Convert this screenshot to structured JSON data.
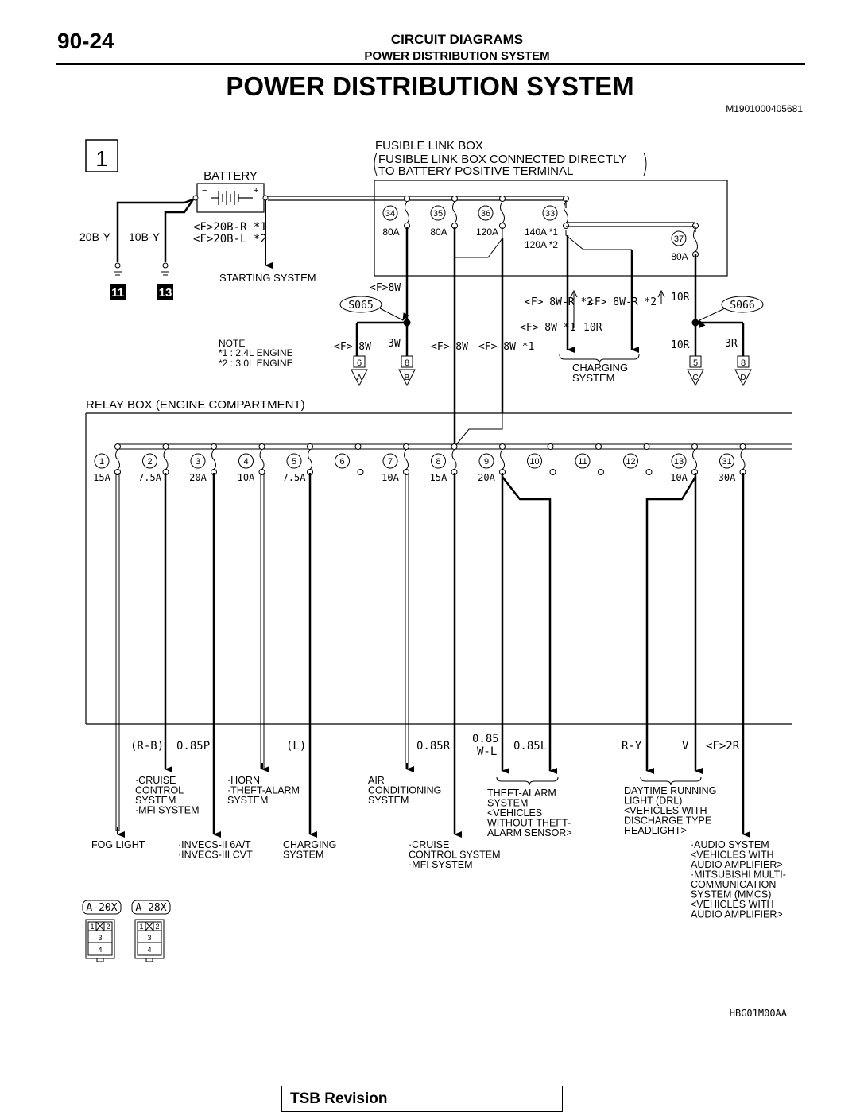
{
  "header": {
    "page_number": "90-24",
    "section": "CIRCUIT DIAGRAMS",
    "subsection": "POWER DISTRIBUTION SYSTEM",
    "title": "POWER DISTRIBUTION SYSTEM",
    "doc_id": "M1901000405681"
  },
  "figure": {
    "sheet_number": "1",
    "figure_id": "HBG01M00AA",
    "battery_label": "BATTERY",
    "fusible_link_box": [
      "FUSIBLE LINK BOX",
      "FUSIBLE LINK BOX CONNECTED DIRECTLY",
      "TO BATTERY POSITIVE TERMINAL"
    ],
    "relay_box_label": "RELAY BOX (ENGINE COMPARTMENT)",
    "note": [
      "NOTE",
      "*1 : 2.4L ENGINE",
      "*2 : 3.0L ENGINE"
    ],
    "battery_wires": {
      "ground1": "20B-Y",
      "ground2": "10B-Y",
      "pos1": "<F>20B-R *1",
      "pos2": "<F>20B-L *2",
      "pos_dest": "STARTING SYSTEM"
    },
    "ground_refs": [
      "11",
      "13"
    ],
    "fusible_links": [
      {
        "no": "34",
        "rating": "80A"
      },
      {
        "no": "35",
        "rating": "80A"
      },
      {
        "no": "36",
        "rating": "120A"
      },
      {
        "no": "33",
        "rating": "140A *1 / 120A *2"
      },
      {
        "no": "37",
        "rating": "80A"
      }
    ],
    "splices": [
      "S065",
      "S066"
    ],
    "connectors": [
      {
        "pin": "6",
        "ref": "A",
        "wire": "<F> 8W"
      },
      {
        "pin": "8",
        "ref": "B",
        "wire": "3W"
      },
      {
        "pin": "5",
        "ref": "C",
        "wire": "10R"
      },
      {
        "pin": "8",
        "ref": "D",
        "wire": "3R"
      }
    ],
    "fl_wires": [
      "<F>8W",
      "<F> 8W",
      "<F> 8W",
      "<F> 8W *1",
      "<F> 8W-R *2",
      "<F> 8W *1",
      "<F> 8W-R *2",
      "10R",
      "10R"
    ],
    "charging_label": [
      "CHARGING",
      "SYSTEM"
    ],
    "fuses": [
      {
        "no": "1",
        "rating": "15A"
      },
      {
        "no": "2",
        "rating": "7.5A"
      },
      {
        "no": "3",
        "rating": "20A"
      },
      {
        "no": "4",
        "rating": "10A"
      },
      {
        "no": "5",
        "rating": "7.5A"
      },
      {
        "no": "6",
        "rating": ""
      },
      {
        "no": "7",
        "rating": "10A"
      },
      {
        "no": "8",
        "rating": "15A"
      },
      {
        "no": "9",
        "rating": "20A"
      },
      {
        "no": "10",
        "rating": ""
      },
      {
        "no": "11",
        "rating": ""
      },
      {
        "no": "12",
        "rating": ""
      },
      {
        "no": "13",
        "rating": "10A"
      },
      {
        "no": "31",
        "rating": "30A"
      }
    ],
    "output_wires": [
      "(R-B)",
      "0.85P",
      "(L)",
      "0.85R",
      "0.85",
      "W-L",
      "0.85L",
      "R-Y",
      "V",
      "<F>2R"
    ],
    "destinations": {
      "fog": [
        "FOG LIGHT"
      ],
      "cruise1": [
        "·CRUISE",
        "CONTROL",
        "SYSTEM",
        "·MFI SYSTEM"
      ],
      "invecs": [
        "·INVECS-II 6A/T",
        "·INVECS-III CVT"
      ],
      "horn": [
        "·HORN",
        "·THEFT-ALARM",
        "SYSTEM"
      ],
      "charging": [
        "CHARGING",
        "SYSTEM"
      ],
      "aircon": [
        "AIR",
        "CONDITIONING",
        "SYSTEM"
      ],
      "cruise2": [
        "·CRUISE",
        "CONTROL SYSTEM",
        "·MFI SYSTEM"
      ],
      "theft": [
        "THEFT-ALARM",
        "SYSTEM",
        "<VEHICLES",
        "WITHOUT THEFT-",
        "ALARM SENSOR>"
      ],
      "drl": [
        "DAYTIME RUNNING",
        "LIGHT (DRL)",
        "<VEHICLES WITH",
        "DISCHARGE TYPE",
        "HEADLIGHT>"
      ],
      "audio": [
        "·AUDIO SYSTEM",
        "<VEHICLES WITH",
        "AUDIO AMPLIFIER>",
        "·MITSUBISHI MULTI-",
        "COMMUNICATION",
        "SYSTEM (MMCS)",
        "<VEHICLES WITH",
        "AUDIO AMPLIFIER>"
      ]
    },
    "connector_diagrams": [
      {
        "name": "A-20X",
        "pins": [
          "1",
          "2",
          "3",
          "4"
        ]
      },
      {
        "name": "A-28X",
        "pins": [
          "1",
          "2",
          "3",
          "4"
        ]
      }
    ]
  },
  "footer": {
    "tsb": "TSB Revision"
  }
}
